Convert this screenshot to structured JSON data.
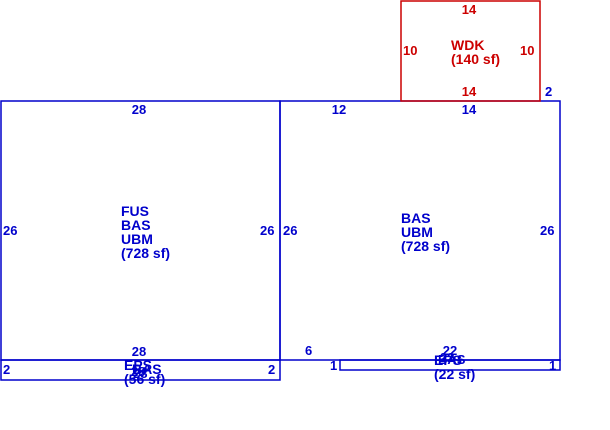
{
  "colors": {
    "structure": "#0000cc",
    "deck": "#cc0000"
  },
  "left_building": {
    "top_dim": "28",
    "left_dim": "26",
    "right_dim": "26",
    "bottom_dim": "28",
    "label_lines": [
      "FUS",
      "BAS",
      "UBM",
      "(728 sf)"
    ]
  },
  "left_strip": {
    "left_dim": "2",
    "right_dim": "2",
    "label_lines": [
      "EPS",
      "BAS",
      "(56 sf)"
    ],
    "overlap_dims": [
      "28",
      "28"
    ]
  },
  "right_building": {
    "top_left_dim": "12",
    "top_right_dim": "14",
    "left_dim": "26",
    "right_dim": "26",
    "label_lines": [
      "BAS",
      "UBM",
      "(728 sf)"
    ],
    "corner_dim": "2"
  },
  "right_strip": {
    "top_dim": "22",
    "left_dim": "1",
    "right_dim": "1",
    "label_lines": [
      "EPS",
      "(22 sf)"
    ],
    "overlap_dims": [
      "22",
      "BAS"
    ]
  },
  "gap_dim": "6",
  "deck": {
    "top_dim": "14",
    "bottom_dim": "14",
    "left_dim": "10",
    "right_dim": "10",
    "label_lines": [
      "WDK",
      "(140 sf)"
    ]
  }
}
